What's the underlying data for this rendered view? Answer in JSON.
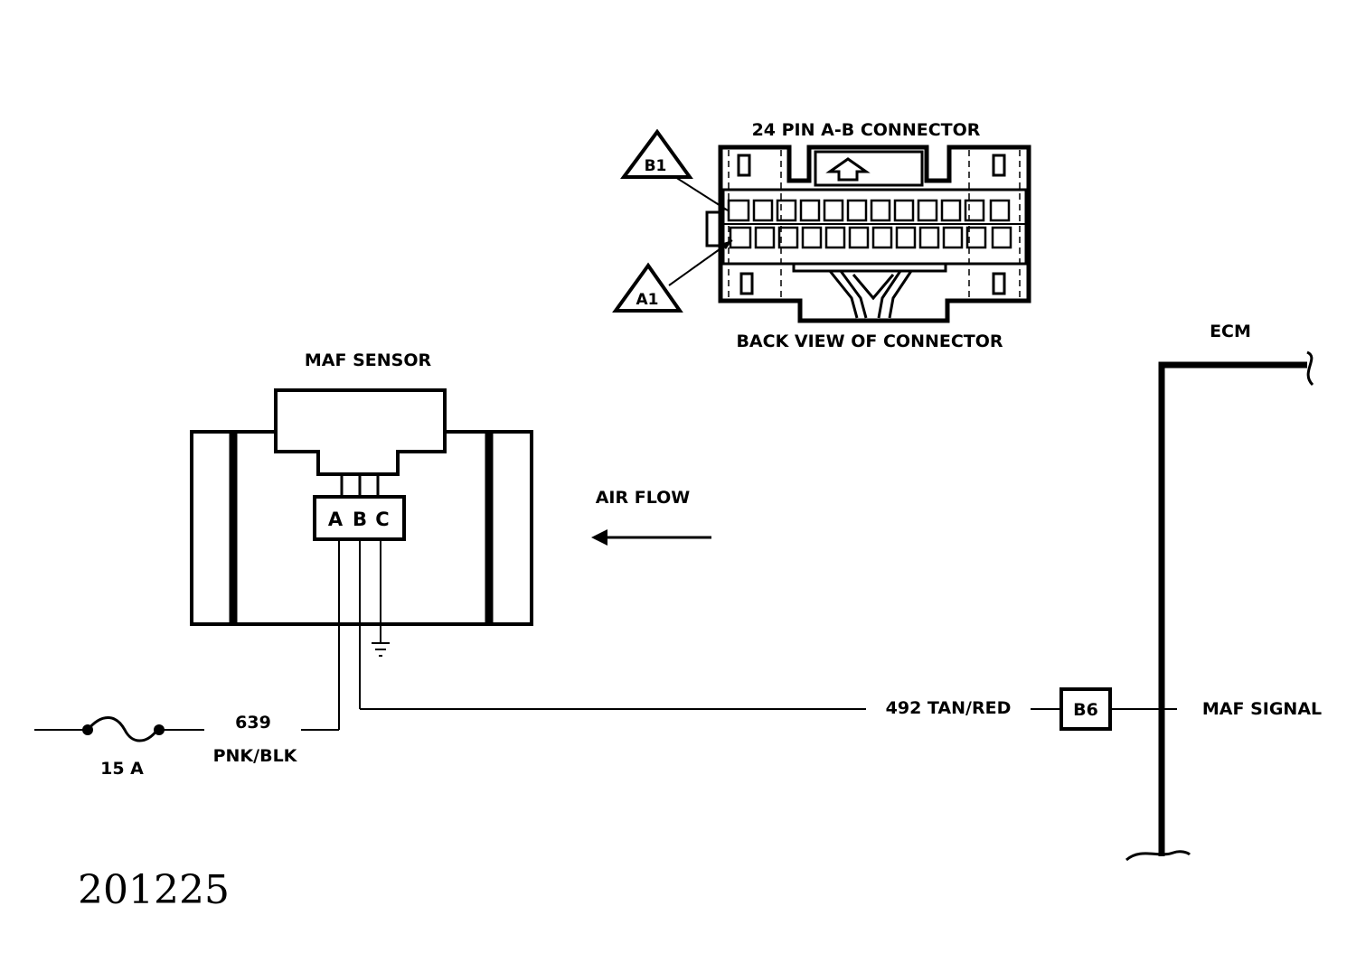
{
  "connector": {
    "title": "24 PIN A-B  CONNECTOR",
    "caption": "BACK VIEW OF CONNECTOR",
    "pin_b1": "B1",
    "pin_a1": "A1"
  },
  "maf_sensor": {
    "title": "MAF SENSOR",
    "pins": [
      "A",
      "B",
      "C"
    ]
  },
  "air_flow": "AIR FLOW",
  "ecm": {
    "title": "ECM",
    "signal_label": "MAF SIGNAL"
  },
  "power": {
    "fuse": "15 A",
    "circuit": "639",
    "color": "PNK/BLK"
  },
  "signal_wire": {
    "label": "492 TAN/RED",
    "terminal": "B6"
  },
  "figure_number": "201225"
}
